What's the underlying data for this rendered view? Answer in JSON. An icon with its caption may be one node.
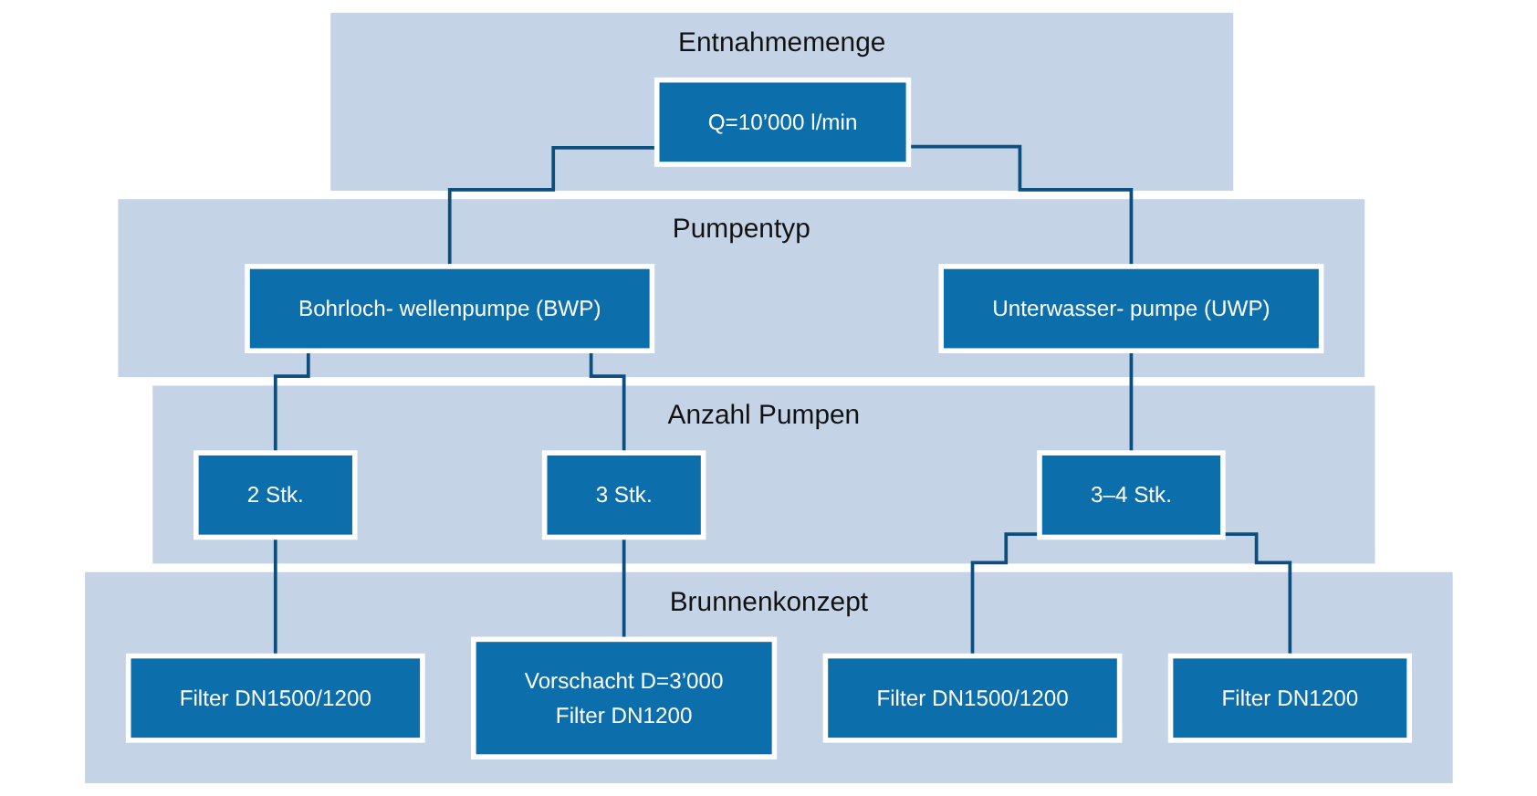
{
  "diagram": {
    "nodes": [
      {
        "text": [
          "Entnahmemenge"
        ]
      },
      {
        "text": [
          "Q=10’000 l/min"
        ],
        "in": 0
      },
      {
        "text": [
          "Pumpentyp"
        ]
      },
      {
        "text": [
          "Bohrloch- wellenpumpe (BWP)"
        ],
        "in": 2
      },
      {
        "text": [
          "Unterwasser- pumpe (UWP)"
        ],
        "in": 2
      },
      {
        "text": [
          "Anzahl Pumpen"
        ]
      },
      {
        "text": [
          "2 Stk."
        ],
        "in": 5
      },
      {
        "text": [
          "3 Stk."
        ],
        "in": 5
      },
      {
        "text": [
          "3–4 Stk."
        ],
        "in": 5
      },
      {
        "text": [
          "Brunnenkonzept"
        ]
      },
      {
        "text": [
          "Filter DN1500/1200"
        ],
        "in": 9
      },
      {
        "text": [
          "Vorschacht D=3’000",
          "Filter DN1200"
        ],
        "in": 9
      },
      {
        "text": [
          "Filter DN1500/1200"
        ],
        "in": 9
      },
      {
        "text": [
          "Filter DN1200"
        ],
        "in": 9
      }
    ],
    "edges": [
      {
        "from": 1,
        "to": 3,
        "arrow": "none"
      },
      {
        "from": 1,
        "to": 4,
        "arrow": "none"
      },
      {
        "from": 3,
        "to": 6,
        "arrow": "none"
      },
      {
        "from": 3,
        "to": 7,
        "arrow": "none"
      },
      {
        "from": 4,
        "to": 8,
        "arrow": "none"
      },
      {
        "from": 6,
        "to": 10,
        "arrow": "none"
      },
      {
        "from": 7,
        "to": 11,
        "arrow": "none"
      },
      {
        "from": 8,
        "to": 12,
        "arrow": "none"
      },
      {
        "from": 8,
        "to": 13,
        "arrow": "none"
      }
    ]
  }
}
